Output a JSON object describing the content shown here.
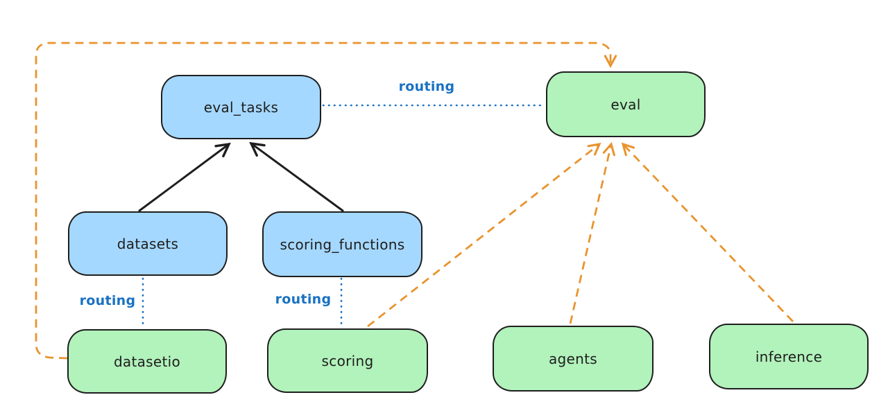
{
  "diagram": {
    "nodes": {
      "eval_tasks": {
        "label": "eval_tasks",
        "fill": "#a5d8ff",
        "kind": "blue"
      },
      "eval": {
        "label": "eval",
        "fill": "#b2f2bb",
        "kind": "green"
      },
      "datasets": {
        "label": "datasets",
        "fill": "#a5d8ff",
        "kind": "blue"
      },
      "scoring_functions": {
        "label": "scoring_functions",
        "fill": "#a5d8ff",
        "kind": "blue"
      },
      "datasetio": {
        "label": "datasetio",
        "fill": "#b2f2bb",
        "kind": "green"
      },
      "scoring": {
        "label": "scoring",
        "fill": "#b2f2bb",
        "kind": "green"
      },
      "agents": {
        "label": "agents",
        "fill": "#b2f2bb",
        "kind": "green"
      },
      "inference": {
        "label": "inference",
        "fill": "#b2f2bb",
        "kind": "green"
      }
    },
    "edge_labels": {
      "routing_top": "routing",
      "routing_left": "routing",
      "routing_middle": "routing"
    },
    "edges": [
      {
        "from": "datasets",
        "to": "eval_tasks",
        "style": "solid-arrow",
        "color": "black"
      },
      {
        "from": "scoring_functions",
        "to": "eval_tasks",
        "style": "solid-arrow",
        "color": "black"
      },
      {
        "from": "eval_tasks",
        "to": "eval",
        "style": "dotted",
        "color": "blue",
        "label": "routing"
      },
      {
        "from": "datasets",
        "to": "datasetio",
        "style": "dotted",
        "color": "blue",
        "label": "routing"
      },
      {
        "from": "scoring_functions",
        "to": "scoring",
        "style": "dotted",
        "color": "blue",
        "label": "routing"
      },
      {
        "from": "datasetio",
        "to": "eval",
        "style": "dashed-arrow",
        "color": "orange"
      },
      {
        "from": "scoring",
        "to": "eval",
        "style": "dashed-arrow",
        "color": "orange"
      },
      {
        "from": "agents",
        "to": "eval",
        "style": "dashed-arrow",
        "color": "orange"
      },
      {
        "from": "inference",
        "to": "eval",
        "style": "dashed-arrow",
        "color": "orange"
      }
    ],
    "colors": {
      "node_stroke": "#1e1e1e",
      "blue_fill": "#a5d8ff",
      "green_fill": "#b2f2bb",
      "routing_blue": "#1971c2",
      "orange": "#e8942e",
      "black": "#1e1e1e",
      "background": "#ffffff"
    }
  }
}
